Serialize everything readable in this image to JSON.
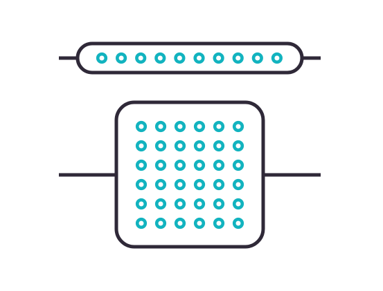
{
  "colors": {
    "background": "#ffffff",
    "outline": "#2f2938",
    "dot": "#12b3bf"
  },
  "top_strip": {
    "dot_rows": 1,
    "dot_columns": 10
  },
  "bottom_block": {
    "dot_rows": 6,
    "dot_columns": 6
  }
}
